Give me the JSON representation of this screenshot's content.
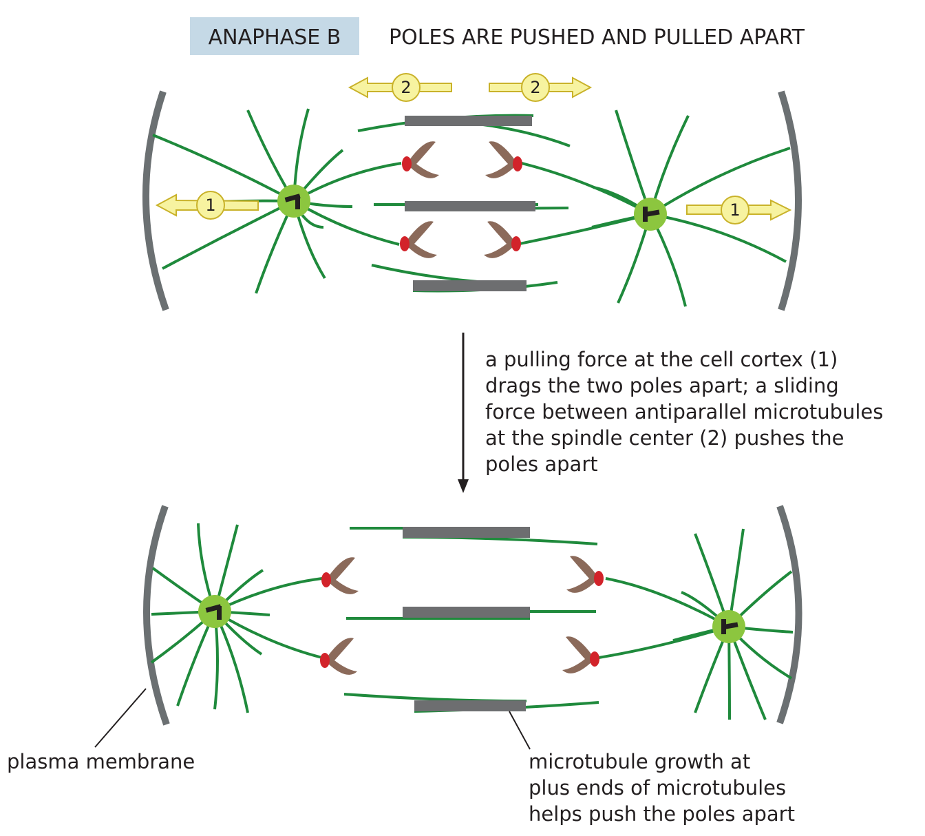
{
  "header": {
    "badge_label": "ANAPHASE B",
    "title": "POLES ARE PUSHED AND PULLED APART"
  },
  "force_labels": {
    "cortex_pull": "1",
    "sliding_push": "2"
  },
  "transition_caption": {
    "lines": [
      "a pulling force at the cell cortex (1)",
      "drags the two poles apart; a sliding",
      "force between antiparallel microtubules",
      "at the spindle center (2) pushes the",
      "poles apart"
    ]
  },
  "callouts": {
    "membrane": "plasma membrane",
    "growth_lines": [
      "microtubule growth at",
      "plus ends of microtubules",
      "helps push the poles apart"
    ]
  },
  "colors": {
    "badge_bg": "#c5d9e6",
    "membrane": "#6b7072",
    "microtubule": "#1f8a3c",
    "centrosome": "#8cc63f",
    "centriole": "#231f20",
    "chromosome": "#8b6a5a",
    "kinetochore": "#d2232a",
    "overlap": "#6d6e70",
    "arrow_fill": "#f7f3a0",
    "arrow_stroke": "#c9b22a"
  }
}
